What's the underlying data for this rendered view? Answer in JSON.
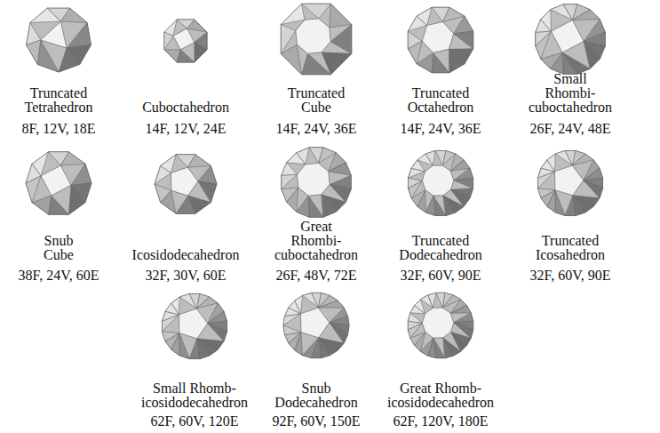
{
  "diagram": {
    "labels": [
      "Truncated Tetrahedron",
      "8F, 12V, 18E",
      "Cuboctahedron",
      "14F, 12V, 24E",
      "Truncated Cube",
      "14F, 24V, 36E",
      "Truncated Octahedron",
      "14F, 24V, 36E",
      "Small Rhombi- cuboctahedron",
      "26F, 24V, 48E",
      "Snub Cube",
      "38F, 24V, 60E",
      "Icosidodecahedron",
      "32F, 30V, 60E",
      "Great Rhombi- cuboctahedron",
      "26F, 48V, 72E",
      "Truncated Dodecahedron",
      "32F, 60V, 90E",
      "Truncated Icosahedron",
      "32F, 60V, 90E",
      "Small Rhomb- icosidodecahedron",
      "62F, 60V, 120E",
      "Snub Dodecahedron",
      "92F, 60V, 150E",
      "Great Rhomb- icosidodecahedron",
      "62F, 120V, 180E"
    ]
  }
}
